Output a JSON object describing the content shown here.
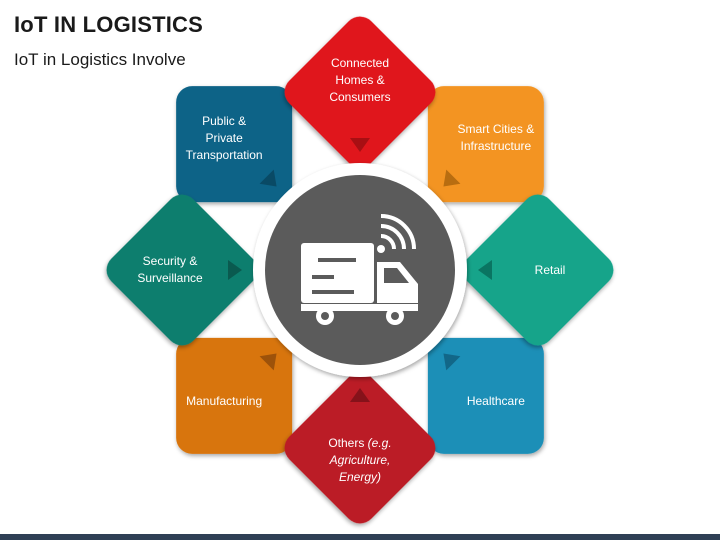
{
  "slide": {
    "title": "IoT IN LOGISTICS",
    "subtitle": "IoT in Logistics Involve"
  },
  "segments": [
    {
      "label_lines": [
        "Connected",
        "Homes &",
        "Consumers"
      ],
      "color": "#e0161c",
      "dark": "#a80f13"
    },
    {
      "label_lines": [
        "Smart Cities &",
        "Infrastructure"
      ],
      "color": "#f39420",
      "dark": "#b86d10"
    },
    {
      "label_lines": [
        "Retail"
      ],
      "color": "#12a48a",
      "dark": "#0a7562"
    },
    {
      "label_lines": [
        "Healthcare"
      ],
      "color": "#1d8fb7",
      "dark": "#126788"
    },
    {
      "label_lines": [
        "Others (e.g.",
        "Agriculture,",
        "Energy)"
      ],
      "italic_parts": [
        "(e.g.",
        "Agriculture,",
        "Energy)"
      ],
      "color": "#bb1d25",
      "dark": "#85121a"
    },
    {
      "label_lines": [
        "Manufacturing"
      ],
      "color": "#d87510",
      "dark": "#9d520a"
    },
    {
      "label_lines": [
        "Security &",
        "Surveillance"
      ],
      "color": "#0f7e6e",
      "dark": "#0a5a4f"
    },
    {
      "label_lines": [
        "Public &",
        "Private",
        "Transportation"
      ],
      "color": "#0d6487",
      "dark": "#094a65"
    }
  ],
  "center": {
    "icon": "delivery-truck-wifi-icon",
    "ring_color": "#ffffff",
    "disc_color": "#5b5b5b"
  },
  "colors": {
    "footer_bar": "#2f3f55"
  }
}
